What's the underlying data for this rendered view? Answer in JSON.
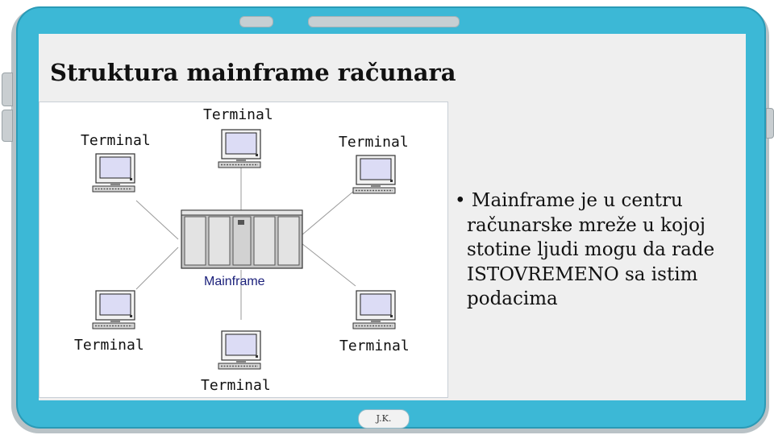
{
  "slide": {
    "title": "Struktura mainframe računara",
    "bullet": "Mainframe je u centru računarske mreže u kojoj stotine ljudi mogu da rade ISTOVREMENO sa istim podacima",
    "footer": "J.K."
  },
  "diagram": {
    "hub_label": "Mainframe",
    "terminals": {
      "top": "Terminal",
      "top_left": "Terminal",
      "top_right": "Terminal",
      "bottom_left": "Terminal",
      "bottom_right": "Terminal",
      "bottom": "Terminal"
    }
  },
  "colors": {
    "frame": "#3cb8d6",
    "screen": "#efefef",
    "monitor_screen": "#dcdcf5",
    "mainframe_label": "#1a1f7a"
  }
}
